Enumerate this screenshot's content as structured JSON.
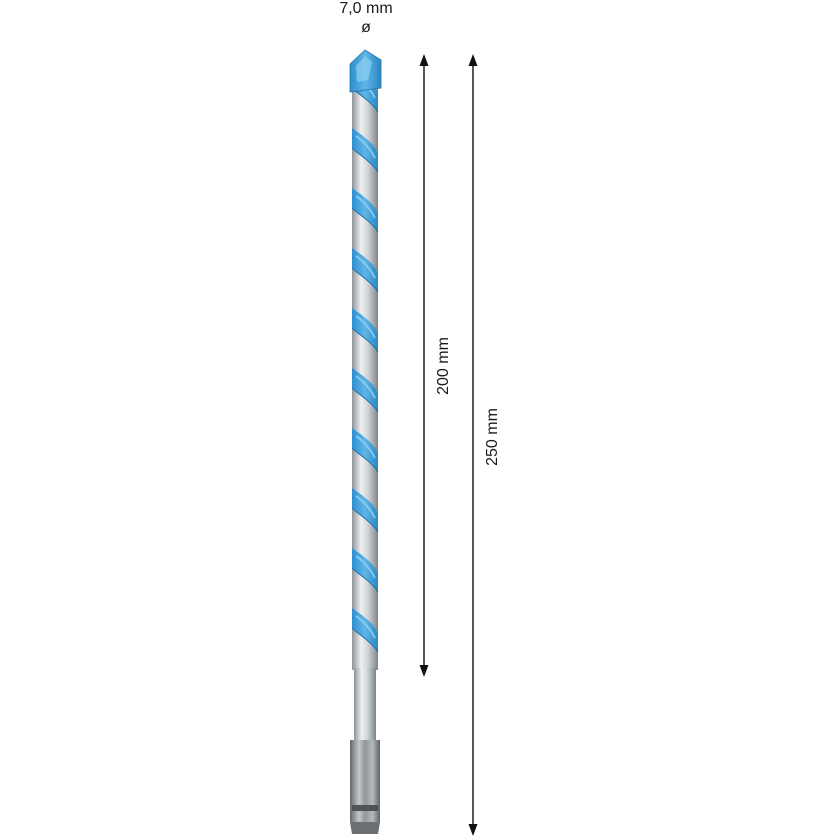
{
  "dimensions": {
    "diameter_value": "7,0 mm",
    "diameter_symbol": "ø",
    "working_length": "200 mm",
    "total_length": "250 mm"
  },
  "colors": {
    "flute_blue": "#3b9fd8",
    "flute_blue_dark": "#1f78b4",
    "steel_light": "#e6e9eb",
    "steel_mid": "#b8bdc1",
    "steel_dark": "#7d8488",
    "shank_dark": "#5f6569",
    "dimension_line": "#111111"
  },
  "icons": {
    "drill_bit": "drill-bit-icon"
  }
}
